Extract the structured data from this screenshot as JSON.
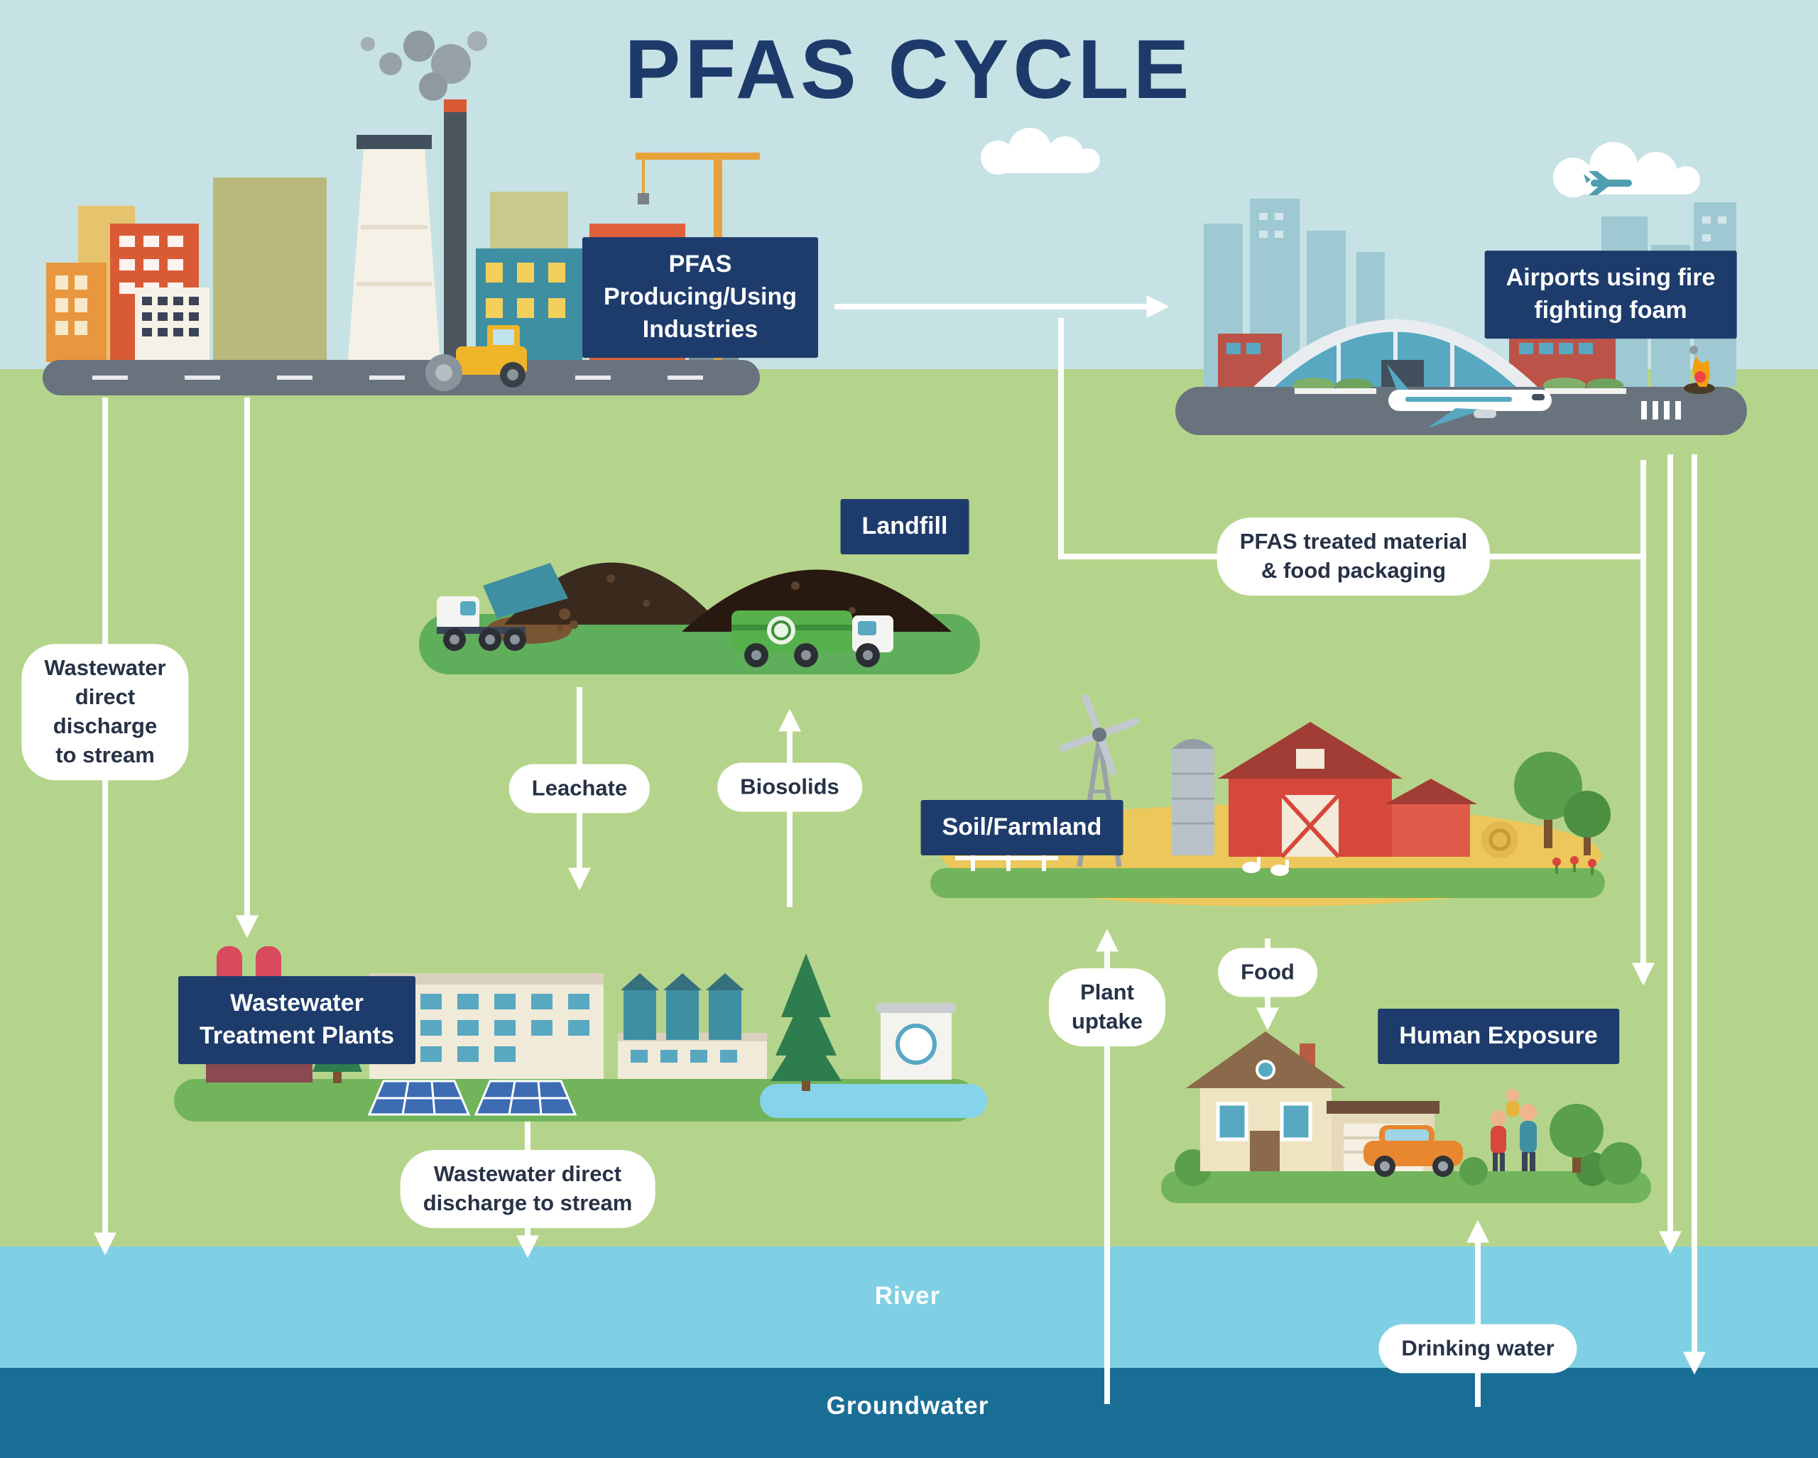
{
  "title": "PFAS CYCLE",
  "nodes": {
    "industries": "PFAS\nProducing/Using\nIndustries",
    "airport": "Airports using fire\nfighting foam",
    "landfill": "Landfill",
    "farmland": "Soil/Farmland",
    "wwtp": "Wastewater\nTreatment Plants",
    "human_exposure": "Human Exposure"
  },
  "flows": {
    "wastewater_left": "Wastewater\ndirect\ndischarge\nto stream",
    "pfas_material": "PFAS treated material\n& food packaging",
    "leachate": "Leachate",
    "biosolids": "Biosolids",
    "plant_uptake": "Plant\nuptake",
    "food": "Food",
    "wastewater_bottom": "Wastewater direct\ndischarge to stream",
    "drinking_water": "Drinking water"
  },
  "bands": {
    "river": "River",
    "groundwater": "Groundwater"
  },
  "colors": {
    "sky": "#c6e2e4",
    "ground": "#b5d48b",
    "river": "#7fd0e4",
    "groundwater": "#196e96",
    "label_navy": "#1d3c6c",
    "title_navy": "#1d3a6b",
    "arrow_white": "#ffffff",
    "pill_text": "#273246"
  }
}
